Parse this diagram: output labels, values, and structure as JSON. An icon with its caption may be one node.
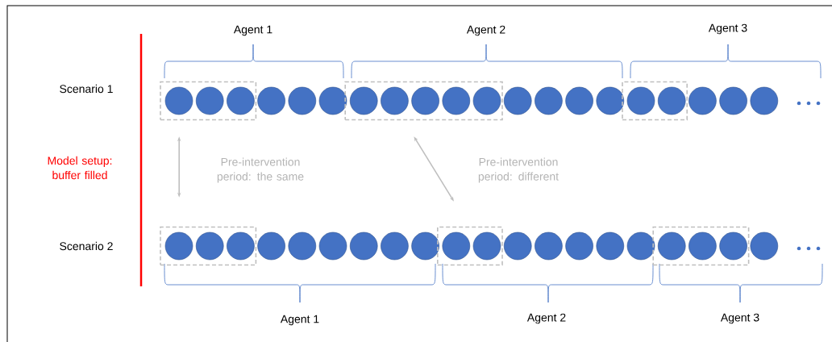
{
  "diagram": {
    "nodes": [
      {
        "text": [],
        "shape": "box"
      },
      {
        "text": [],
        "shape": "circle",
        "in": 0
      },
      {
        "text": [],
        "shape": "circle",
        "in": 0
      },
      {
        "text": [],
        "shape": "circle",
        "in": 0
      },
      {
        "text": [],
        "shape": "circle"
      },
      {
        "text": [],
        "shape": "circle"
      },
      {
        "text": [],
        "shape": "circle"
      },
      {
        "text": [],
        "shape": "box"
      },
      {
        "text": [],
        "shape": "circle",
        "in": 7
      },
      {
        "text": [],
        "shape": "circle",
        "in": 7
      },
      {
        "text": [],
        "shape": "circle",
        "in": 7
      },
      {
        "text": [],
        "shape": "circle",
        "in": 7
      },
      {
        "text": [],
        "shape": "circle",
        "in": 7
      },
      {
        "text": [],
        "shape": "circle"
      },
      {
        "text": [],
        "shape": "circle"
      },
      {
        "text": [],
        "shape": "circle"
      },
      {
        "text": [],
        "shape": "circle"
      },
      {
        "text": [],
        "shape": "box"
      },
      {
        "text": [],
        "shape": "circle",
        "in": 17
      },
      {
        "text": [],
        "shape": "circle",
        "in": 17
      },
      {
        "text": [],
        "shape": "circle"
      },
      {
        "text": [],
        "shape": "circle"
      },
      {
        "text": [],
        "shape": "circle"
      },
      {
        "text": [],
        "shape": "box"
      },
      {
        "text": [],
        "shape": "circle",
        "in": 23
      },
      {
        "text": [],
        "shape": "circle",
        "in": 23
      },
      {
        "text": [],
        "shape": "circle",
        "in": 23
      },
      {
        "text": [],
        "shape": "circle"
      },
      {
        "text": [],
        "shape": "circle"
      },
      {
        "text": [],
        "shape": "circle"
      },
      {
        "text": [],
        "shape": "circle"
      },
      {
        "text": [],
        "shape": "circle"
      },
      {
        "text": [],
        "shape": "circle"
      },
      {
        "text": [],
        "shape": "box"
      },
      {
        "text": [],
        "shape": "circle",
        "in": 33
      },
      {
        "text": [],
        "shape": "circle",
        "in": 33
      },
      {
        "text": [],
        "shape": "circle"
      },
      {
        "text": [],
        "shape": "circle"
      },
      {
        "text": [],
        "shape": "circle"
      },
      {
        "text": [],
        "shape": "circle"
      },
      {
        "text": [],
        "shape": "circle"
      },
      {
        "text": [],
        "shape": "box"
      },
      {
        "text": [],
        "shape": "circle",
        "in": 41
      },
      {
        "text": [],
        "shape": "circle",
        "in": 41
      },
      {
        "text": [],
        "shape": "circle",
        "in": 41
      },
      {
        "text": [],
        "shape": "circle"
      }
    ],
    "edges": [
      {
        "from": 0,
        "to": 23,
        "arrow": "both",
        "label": "Pre-intervention period: the same"
      },
      {
        "from": 7,
        "to": 33,
        "arrow": "both",
        "label": "Pre-intervention period: different"
      }
    ],
    "labels": [
      "Agent 1",
      "Agent 2",
      "Agent 3",
      "Scenario 1",
      "Model setup: buffer filled",
      "Scenario 2",
      "Agent 1",
      "Agent 2",
      "Agent 3"
    ]
  }
}
